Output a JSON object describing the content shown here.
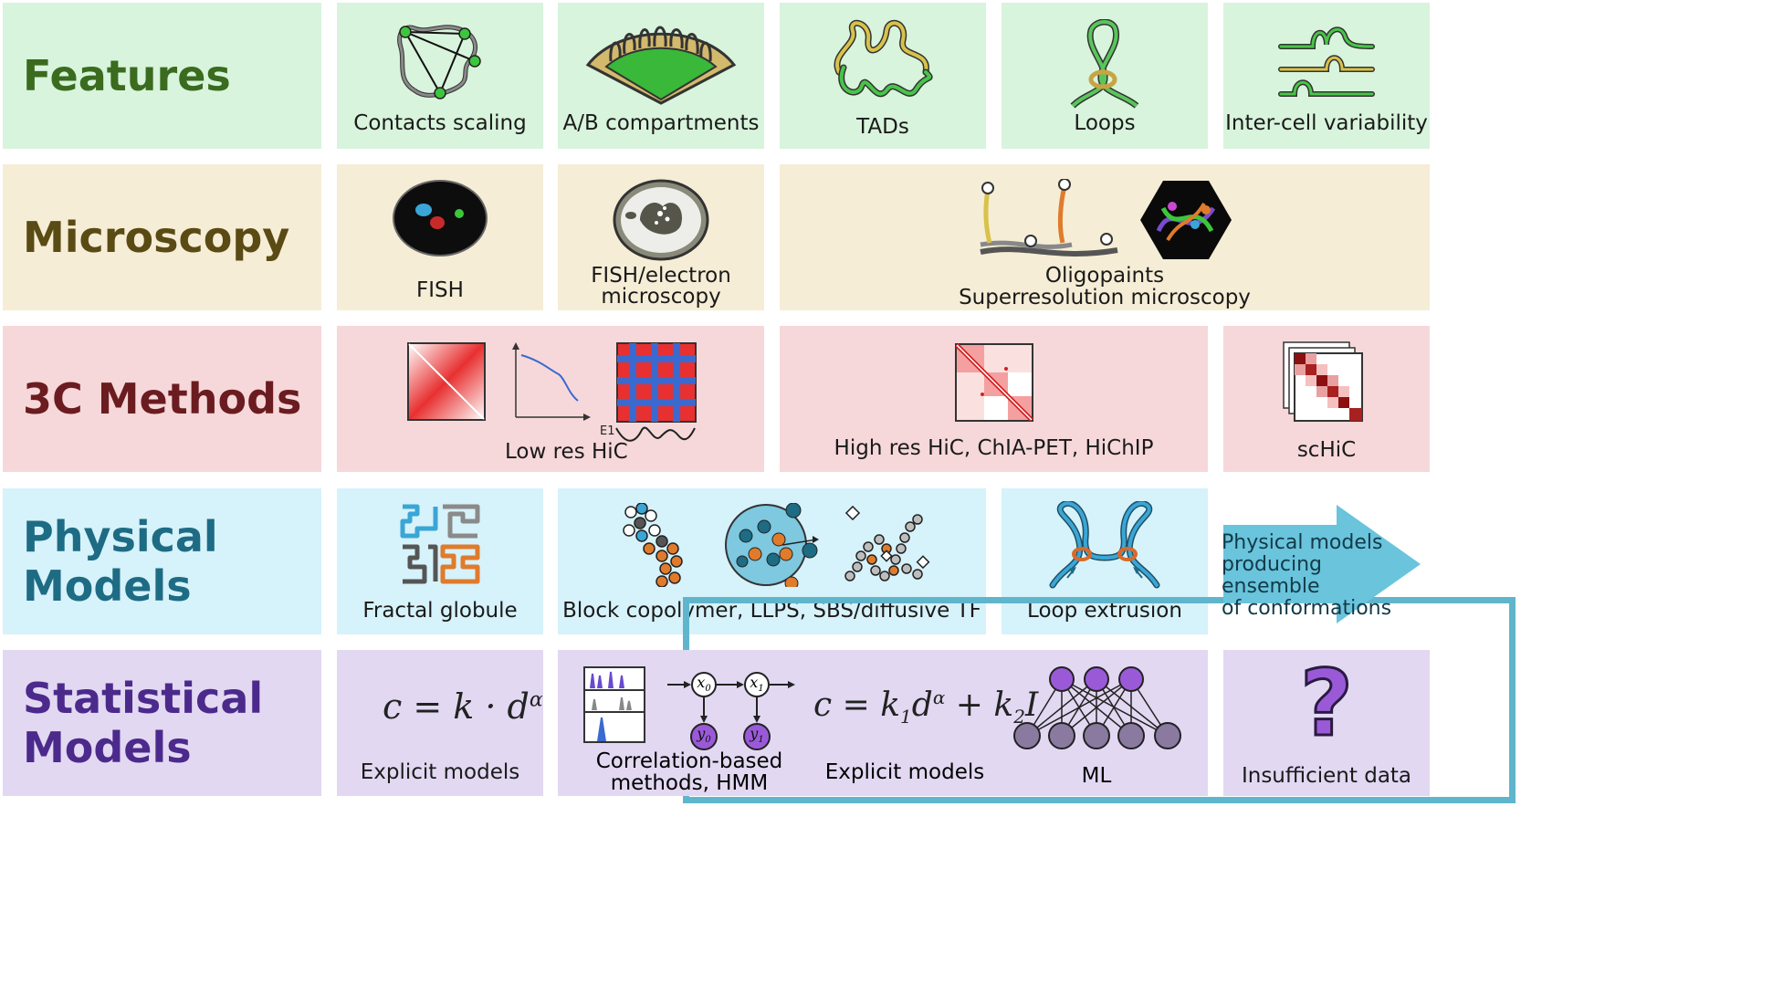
{
  "rows": {
    "features": "Features",
    "microscopy": "Microscopy",
    "methods_3c": "3C Methods",
    "physical": "Physical Models",
    "statistical": "Statistical Models"
  },
  "features": {
    "contacts_scaling": "Contacts scaling",
    "ab_compartments": "A/B compartments",
    "tads": "TADs",
    "loops": "Loops",
    "intercell": "Inter-cell variability"
  },
  "microscopy": {
    "fish": "FISH",
    "fish_em_1": "FISH/electron",
    "fish_em_2": "microscopy",
    "oligo_1": "Oligopaints",
    "oligo_2": "Superresolution microscopy"
  },
  "methods_3c": {
    "lowres": "Low res HiC",
    "e1": "E1",
    "highres": "High res HiC, ChIA-PET, HiChIP",
    "schic": "scHiC"
  },
  "physical": {
    "fractal": "Fractal globule",
    "block": "Block copolymer, LLPS, SBS/diffusive TF",
    "loop_extrusion": "Loop extrusion",
    "arrow_1": "Physical models",
    "arrow_2": "producing ensemble",
    "arrow_3": "of conformations"
  },
  "statistical": {
    "explicit_1_formula": "c = k · d",
    "explicit_1_exp": "α",
    "explicit_1": "Explicit models",
    "corr_1": "Correlation-based",
    "corr_2": "methods, HMM",
    "x0": "x",
    "x0_sub": "0",
    "x1": "x",
    "x1_sub": "1",
    "y0": "y",
    "y0_sub": "0",
    "y1": "y",
    "y1_sub": "1",
    "explicit_2_formula_a": "c = k",
    "explicit_2_sub1": "1",
    "explicit_2_formula_b": "d",
    "explicit_2_exp": "α",
    "explicit_2_formula_c": " + k",
    "explicit_2_sub2": "2",
    "explicit_2_formula_d": "I",
    "explicit_2": "Explicit models",
    "ml": "ML",
    "question": "?",
    "insufficient": "Insufficient data"
  },
  "colors": {
    "features": "#3a6b1f",
    "microscopy": "#5a4a14",
    "methods_3c": "#6b1c20",
    "physical": "#1e6b84",
    "statistical": "#4b2a8c",
    "highlight": "#5fb6cc"
  }
}
